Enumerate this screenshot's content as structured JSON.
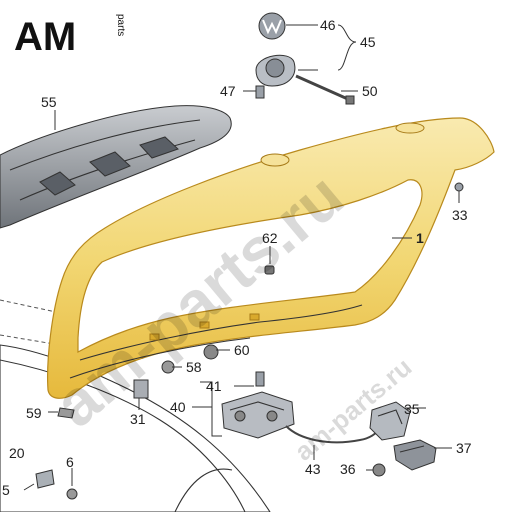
{
  "logo": {
    "mark": "AM",
    "sub": "parts"
  },
  "watermark": {
    "text_1": "am-parts.ru",
    "text_2": "am-parts.ru"
  },
  "labels": {
    "p1": "1",
    "p6": "6",
    "p20": "20",
    "p25": "5",
    "p31": "31",
    "p33": "33",
    "p35": "35",
    "p36": "36",
    "p37": "37",
    "p40": "40",
    "p41": "41",
    "p43": "43",
    "p45": "45",
    "p46": "46",
    "p47": "47",
    "p50": "50",
    "p55": "55",
    "p58": "58",
    "p59": "59",
    "p60": "60",
    "p62": "62"
  },
  "colors": {
    "panel": "#f2d774",
    "panel_edge": "#e0b233",
    "spoiler": "#8a8f96",
    "body": "#eef1f6"
  }
}
